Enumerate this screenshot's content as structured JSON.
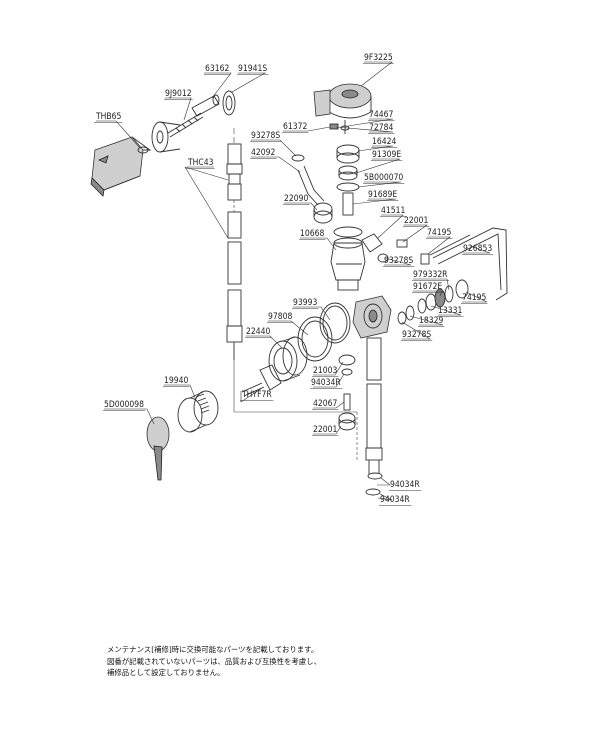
{
  "labels": [
    "63162",
    "91941S",
    "9J9012",
    "THB65",
    "THC43",
    "9F3225",
    "74467",
    "72784",
    "93278S",
    "61372",
    "16424",
    "42092",
    "91309E",
    "5B000070",
    "91689E",
    "22090",
    "41511",
    "22001",
    "74195",
    "10668",
    "926853",
    "93278S",
    "979332R",
    "91672E",
    "74195",
    "13331",
    "18329",
    "93278S",
    "93993",
    "97808",
    "22440",
    "21003",
    "94034R",
    "42067",
    "22001",
    "THYF7R",
    "19940",
    "5D000098",
    "94034R",
    "94034R"
  ],
  "note": [
    "メンテナンス[補修]時に交換可能なパーツを記載しております。",
    "図番が記載されていないパーツは、品質および互換性を考慮し、",
    "補修品として設定しておりません。"
  ]
}
